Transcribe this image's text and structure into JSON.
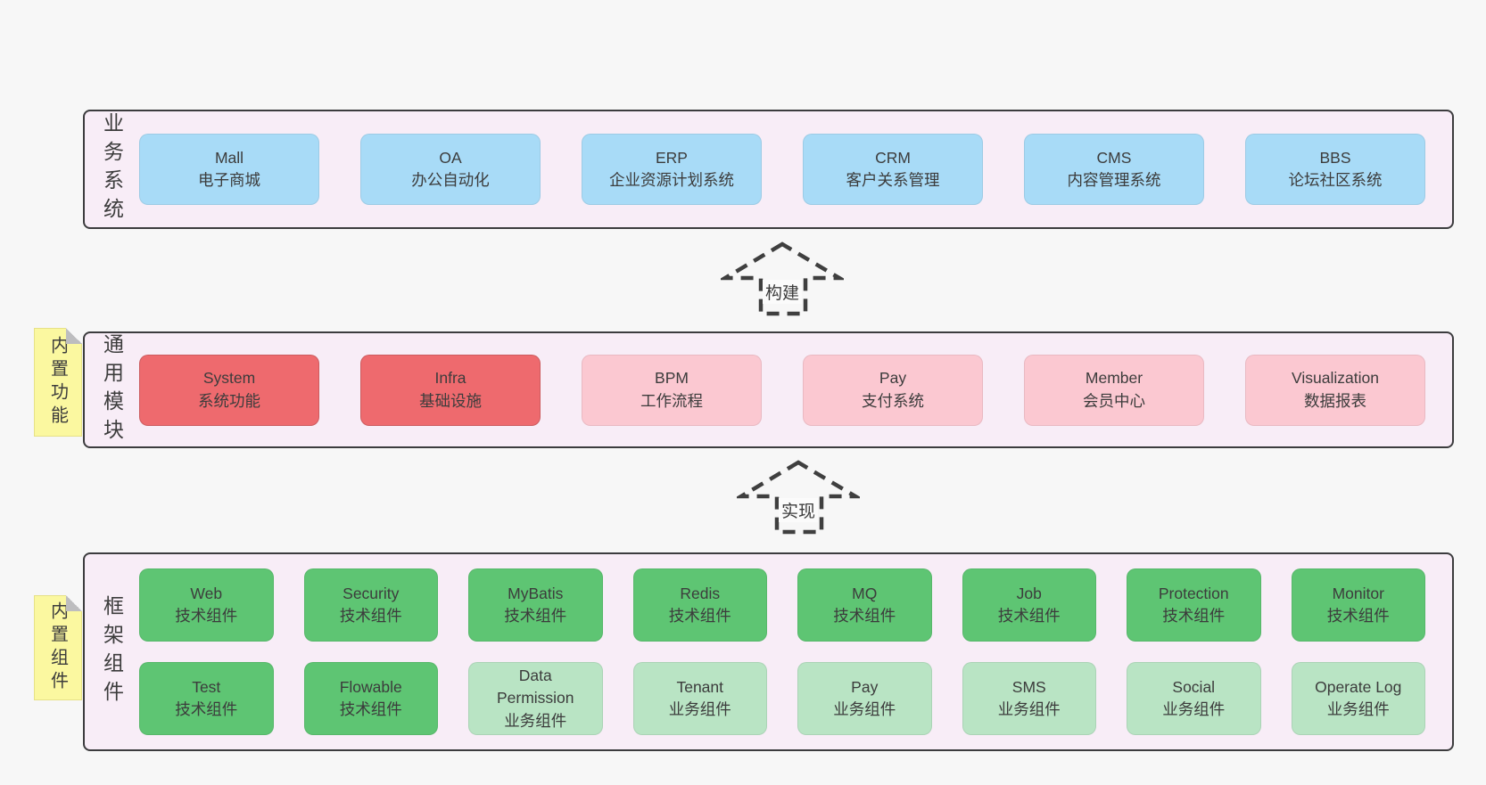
{
  "colors": {
    "page_bg": "#f7f7f7",
    "frame_bg": "#f8edf7",
    "frame_border": "#3c3c3e",
    "blue": "#a8dbf7",
    "red": "#ee6a6e",
    "pink": "#fbc8d1",
    "green": "#5ec573",
    "light_green": "#b9e4c4",
    "note_bg": "#fbf8a0",
    "note_border": "#e6e187",
    "note_fold": "#bdbdbf",
    "arrow": "#3f3f3f",
    "arrow_label_bg": "#fbfbfb",
    "text": "#3c3c3c"
  },
  "sections": [
    {
      "id": "business-systems",
      "label": "业务系统",
      "rows": [
        [
          {
            "title": "Mall",
            "subtitle": "电子商城",
            "variant": "blue"
          },
          {
            "title": "OA",
            "subtitle": "办公自动化",
            "variant": "blue"
          },
          {
            "title": "ERP",
            "subtitle": "企业资源计划系统",
            "variant": "blue"
          },
          {
            "title": "CRM",
            "subtitle": "客户关系管理",
            "variant": "blue"
          },
          {
            "title": "CMS",
            "subtitle": "内容管理系统",
            "variant": "blue"
          },
          {
            "title": "BBS",
            "subtitle": "论坛社区系统",
            "variant": "blue"
          }
        ]
      ]
    },
    {
      "id": "common-modules",
      "label": "通用模块",
      "note": "内置功能",
      "rows": [
        [
          {
            "title": "System",
            "subtitle": "系统功能",
            "variant": "red"
          },
          {
            "title": "Infra",
            "subtitle": "基础设施",
            "variant": "red"
          },
          {
            "title": "BPM",
            "subtitle": "工作流程",
            "variant": "pink"
          },
          {
            "title": "Pay",
            "subtitle": "支付系统",
            "variant": "pink"
          },
          {
            "title": "Member",
            "subtitle": "会员中心",
            "variant": "pink"
          },
          {
            "title": "Visualization",
            "subtitle": "数据报表",
            "variant": "pink"
          }
        ]
      ]
    },
    {
      "id": "framework-components",
      "label": "框架组件",
      "note": "内置组件",
      "rows": [
        [
          {
            "title": "Web",
            "subtitle": "技术组件",
            "variant": "green"
          },
          {
            "title": "Security",
            "subtitle": "技术组件",
            "variant": "green"
          },
          {
            "title": "MyBatis",
            "subtitle": "技术组件",
            "variant": "green"
          },
          {
            "title": "Redis",
            "subtitle": "技术组件",
            "variant": "green"
          },
          {
            "title": "MQ",
            "subtitle": "技术组件",
            "variant": "green"
          },
          {
            "title": "Job",
            "subtitle": "技术组件",
            "variant": "green"
          },
          {
            "title": "Protection",
            "subtitle": "技术组件",
            "variant": "green"
          },
          {
            "title": "Monitor",
            "subtitle": "技术组件",
            "variant": "green"
          }
        ],
        [
          {
            "title": "Test",
            "subtitle": "技术组件",
            "variant": "green"
          },
          {
            "title": "Flowable",
            "subtitle": "技术组件",
            "variant": "green"
          },
          {
            "title": "Data Permission",
            "subtitle": "业务组件",
            "variant": "lightgreen"
          },
          {
            "title": "Tenant",
            "subtitle": "业务组件",
            "variant": "lightgreen"
          },
          {
            "title": "Pay",
            "subtitle": "业务组件",
            "variant": "lightgreen"
          },
          {
            "title": "SMS",
            "subtitle": "业务组件",
            "variant": "lightgreen"
          },
          {
            "title": "Social",
            "subtitle": "业务组件",
            "variant": "lightgreen"
          },
          {
            "title": "Operate Log",
            "subtitle": "业务组件",
            "variant": "lightgreen"
          }
        ]
      ]
    }
  ],
  "arrows": [
    {
      "label": "构建"
    },
    {
      "label": "实现"
    }
  ]
}
